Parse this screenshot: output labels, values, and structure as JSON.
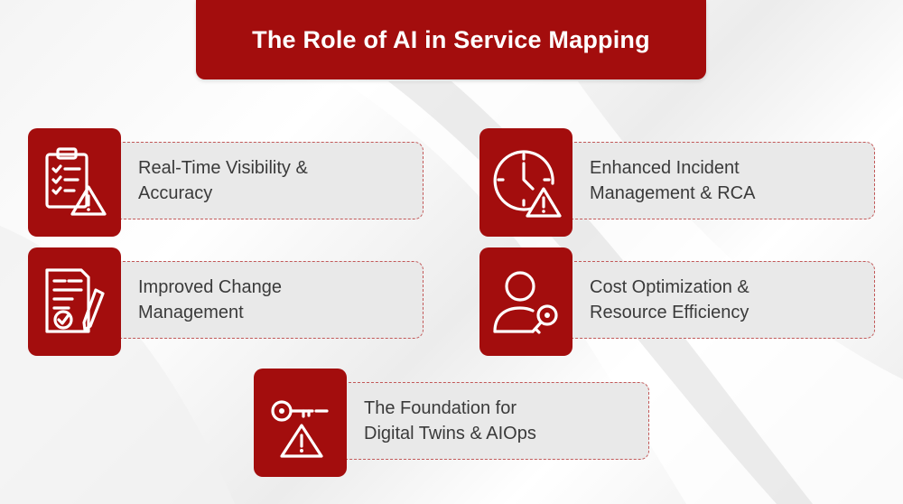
{
  "title": "The Role of AI in Service Mapping",
  "colors": {
    "accent": "#a30d0d",
    "label_bg": "#e9e9e9",
    "dash": "#c25858",
    "text": "#3a3a3a"
  },
  "items": [
    {
      "label": "Real-Time Visibility &\nAccuracy",
      "icon": "clipboard-checklist-warning-icon"
    },
    {
      "label": "Enhanced Incident\nManagement & RCA",
      "icon": "clock-warning-icon"
    },
    {
      "label": "Improved Change\nManagement",
      "icon": "document-check-pencil-icon"
    },
    {
      "label": "Cost Optimization &\nResource Efficiency",
      "icon": "user-key-icon"
    },
    {
      "label": "The Foundation for\nDigital Twins & AIOps",
      "icon": "key-warning-icon"
    }
  ]
}
